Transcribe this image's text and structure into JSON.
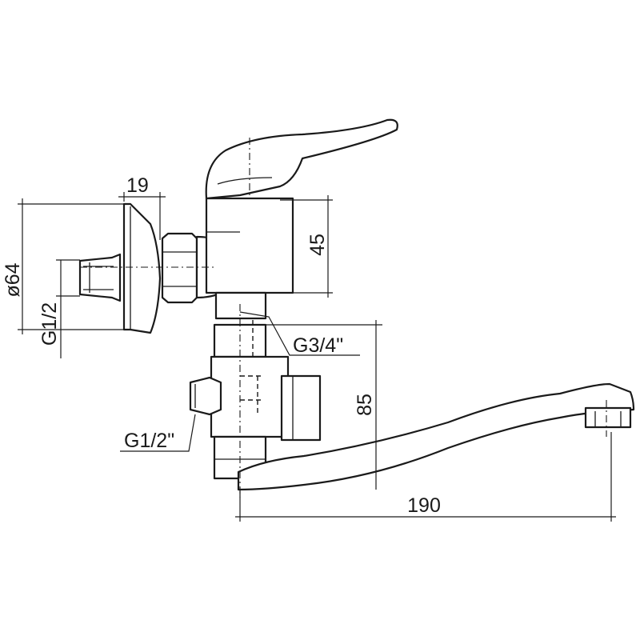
{
  "dimensions": {
    "flange_thickness": "19",
    "flange_diameter": "ø64",
    "wall_thread": "G1/2",
    "body_height": "45",
    "outlet_thread": "G3/4\"",
    "spout_height": "85",
    "side_outlet_thread": "G1/2\"",
    "spout_length": "190"
  },
  "colors": {
    "line": "#1a1a1a",
    "background": "#ffffff"
  }
}
